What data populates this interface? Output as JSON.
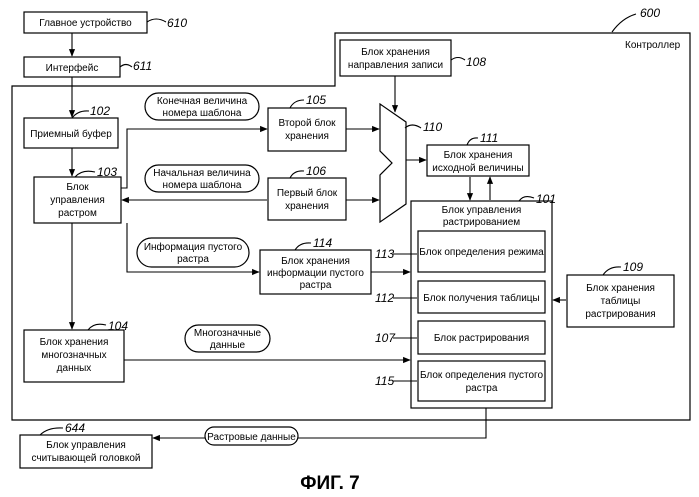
{
  "figure_label": "ФИГ. 7",
  "controller": {
    "label": "Контроллер",
    "ref": "600"
  },
  "blocks": {
    "main_device": {
      "lines": [
        "Главное устройство"
      ],
      "ref": "610"
    },
    "interface": {
      "lines": [
        "Интерфейс"
      ],
      "ref": "611"
    },
    "rec_dir": {
      "lines": [
        "Блок хранения",
        "направления записи"
      ],
      "ref": "108"
    },
    "recv_buffer": {
      "lines": [
        "Приемный буфер"
      ],
      "ref": "102"
    },
    "second_store": {
      "lines": [
        "Второй блок",
        "хранения"
      ],
      "ref": "105"
    },
    "first_store": {
      "lines": [
        "Первый блок",
        "хранения"
      ],
      "ref": "106"
    },
    "mux": {
      "ref": "110"
    },
    "orig_value": {
      "lines": [
        "Блок хранения",
        "исходной величины"
      ],
      "ref": "111"
    },
    "raster_ctl": {
      "lines": [
        "Блок",
        "управления",
        "растром"
      ],
      "ref": "103"
    },
    "rasterization_ctl": {
      "lines": [
        "Блок управления",
        "растрированием"
      ],
      "ref": "101"
    },
    "mode_det": {
      "lines": [
        "Блок определения режима"
      ],
      "ref": "113"
    },
    "table_get": {
      "lines": [
        "Блок получения таблицы"
      ],
      "ref": "112"
    },
    "rasterizer": {
      "lines": [
        "Блок растрирования"
      ],
      "ref": "107"
    },
    "empty_det": {
      "lines": [
        "Блок определения пустого",
        "растра"
      ],
      "ref": "115"
    },
    "table_store": {
      "lines": [
        "Блок хранения",
        "таблицы",
        "растрирования"
      ],
      "ref": "109"
    },
    "empty_store": {
      "lines": [
        "Блок хранения",
        "информации пустого",
        "растра"
      ],
      "ref": "114"
    },
    "multi_store": {
      "lines": [
        "Блок хранения",
        "многозначных",
        "данных"
      ],
      "ref": "104"
    },
    "head_ctl": {
      "lines": [
        "Блок управления",
        "считывающей головкой"
      ],
      "ref": "644"
    }
  },
  "signals": {
    "end_value": [
      "Конечная величина",
      "номера шаблона"
    ],
    "start_value": [
      "Начальная величина",
      "номера шаблона"
    ],
    "empty_info": [
      "Информация пустого",
      "растра"
    ],
    "multi_data": [
      "Многозначные",
      "данные"
    ],
    "raster_data": [
      "Растровые данные"
    ]
  }
}
